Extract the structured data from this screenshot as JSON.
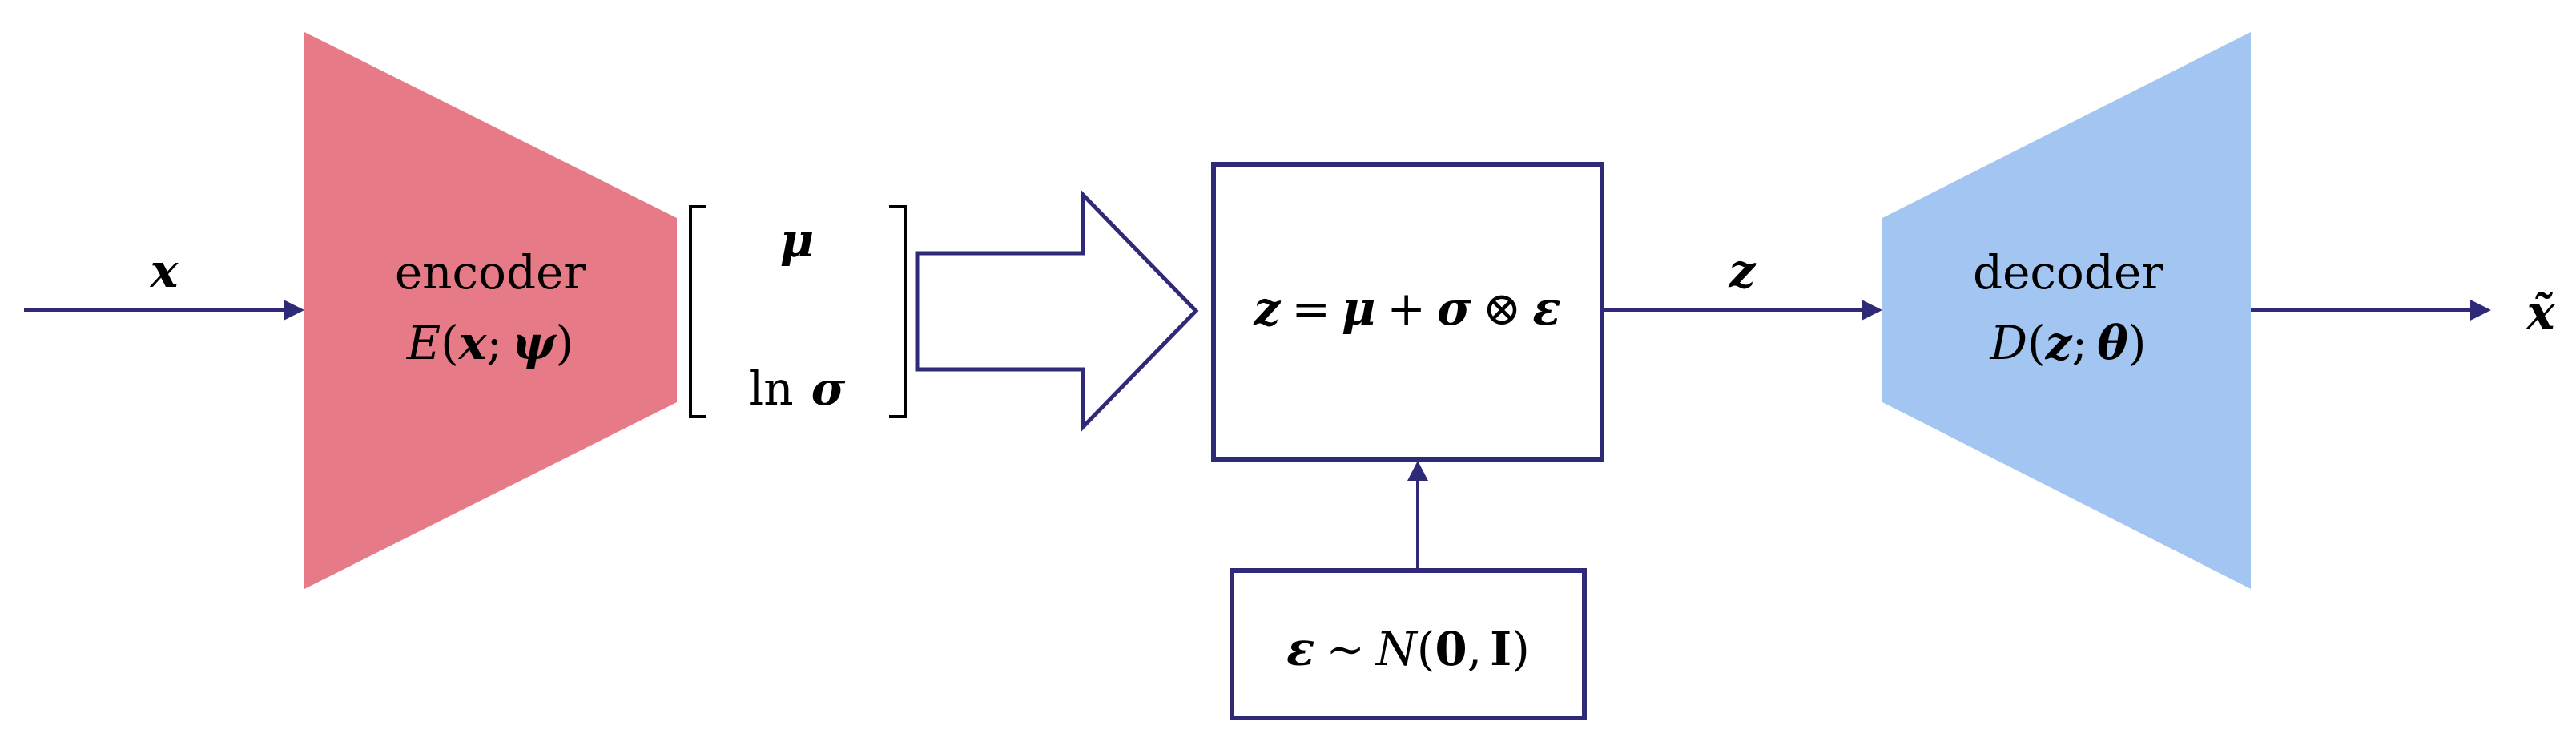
{
  "colors": {
    "encoder_fill": "#e67a86",
    "decoder_fill": "#a3c5f1",
    "line": "#2e2a78",
    "text": "#000000"
  },
  "input": {
    "symbol": "x"
  },
  "encoder": {
    "label": "encoder",
    "fn": "E",
    "open": "(",
    "arg1": "x",
    "sep": ";",
    "arg2": "ψ",
    "close": ")"
  },
  "latent_params": {
    "mu": "μ",
    "ln": "ln",
    "sigma": "σ"
  },
  "reparam": {
    "lhs": "z",
    "eq": "=",
    "mu": "μ",
    "plus": "+",
    "sigma": "σ",
    "otimes": "⊗",
    "eps": "ε"
  },
  "noise": {
    "eps": "ε",
    "tilde": "∼",
    "dist": "N",
    "open": "(",
    "zero": "0",
    "comma": ",",
    "identity": "I",
    "close": ")"
  },
  "latent": {
    "symbol": "z"
  },
  "decoder": {
    "label": "decoder",
    "fn": "D",
    "open": "(",
    "arg1": "z",
    "sep": ";",
    "arg2": "θ",
    "close": ")"
  },
  "output": {
    "symbol": "x̃"
  }
}
